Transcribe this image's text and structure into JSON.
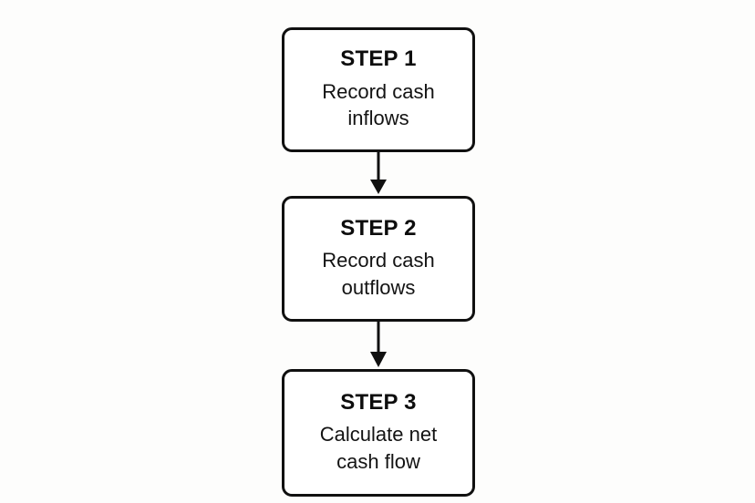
{
  "diagram": {
    "type": "flowchart",
    "orientation": "vertical",
    "background_color": "#fdfdfc",
    "stroke_color": "#101010",
    "text_color": "#0d0d0d",
    "node_fill": "#ffffff",
    "steps": [
      {
        "title": "STEP 1",
        "body": "Record cash\ninflows"
      },
      {
        "title": "STEP 2",
        "body": "Record cash\noutflows"
      },
      {
        "title": "STEP 3",
        "body": "Calculate net\ncash flow"
      }
    ],
    "connectors": [
      {
        "from": "STEP 1",
        "to": "STEP 2",
        "style": "arrow-down"
      },
      {
        "from": "STEP 2",
        "to": "STEP 3",
        "style": "arrow-down"
      }
    ]
  }
}
